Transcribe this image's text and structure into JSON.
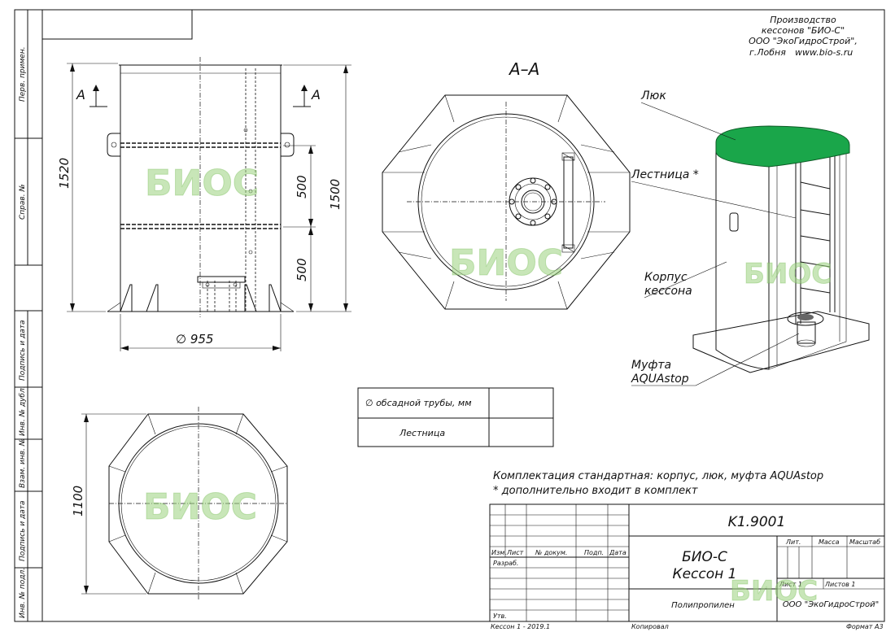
{
  "side_stamp": {
    "first_use": "Перв. примен.",
    "ref_no": "Справ. №",
    "sign_date_1": "Подпись и дата",
    "dup_no": "Инв. № дубл.",
    "replace_no": "Взам. инв. №",
    "sign_date_2": "Подпись и дата",
    "orig_no": "Инв. № подл."
  },
  "producer": {
    "line1": "Производство",
    "line2": "кессонов \"БИО-С\"",
    "line3": "ООО \"ЭкоГидроСтрой\",",
    "city": "г.Лобня",
    "site": "www.bio-s.ru"
  },
  "front_view": {
    "section_mark": "A",
    "height_total": "1520",
    "height_body": "1500",
    "dim_upper": "500",
    "dim_lower": "500",
    "diameter": "∅ 955"
  },
  "section_view": {
    "title": "A–A"
  },
  "plan_view": {
    "width": "1100"
  },
  "callouts": {
    "hatch": "Люк",
    "ladder": "Лестница *",
    "body_line1": "Корпус",
    "body_line2": "кессона",
    "coupling_line1": "Муфта",
    "coupling_line2": "AQUAstop"
  },
  "spec_table": {
    "row1_label": "∅  обсадной трубы, мм",
    "row1_value": "",
    "row2_label": "Лестница",
    "row2_value": ""
  },
  "notes": {
    "line1": "Комплектация стандартная: корпус, люк, муфта AQUAstop",
    "line2": "* дополнительно входит в комплект"
  },
  "title_block": {
    "designation": "K1.9001",
    "name_line1": "БИО-С",
    "name_line2": "Кессон 1",
    "material": "Полипропилен",
    "lit": "Лит.",
    "mass": "Масса",
    "scale": "Масштаб",
    "sheet": "Лист 1",
    "sheets": "Листов 1",
    "company": "ООО \"ЭкоГидроСтрой\"",
    "col_izm": "Изм.",
    "col_list": "Лист",
    "col_doc": "№ докум.",
    "col_sign": "Подп.",
    "col_date": "Дата",
    "razrab": "Разраб.",
    "utv": "Утв."
  },
  "footer": {
    "left": "Кессон 1 - 2019.1",
    "copied": "Копировал",
    "format": "Формат А3"
  },
  "watermark": "БИОС",
  "colors": {
    "hatch_green": "#1aa64a",
    "watermark": "#9ad27d"
  }
}
